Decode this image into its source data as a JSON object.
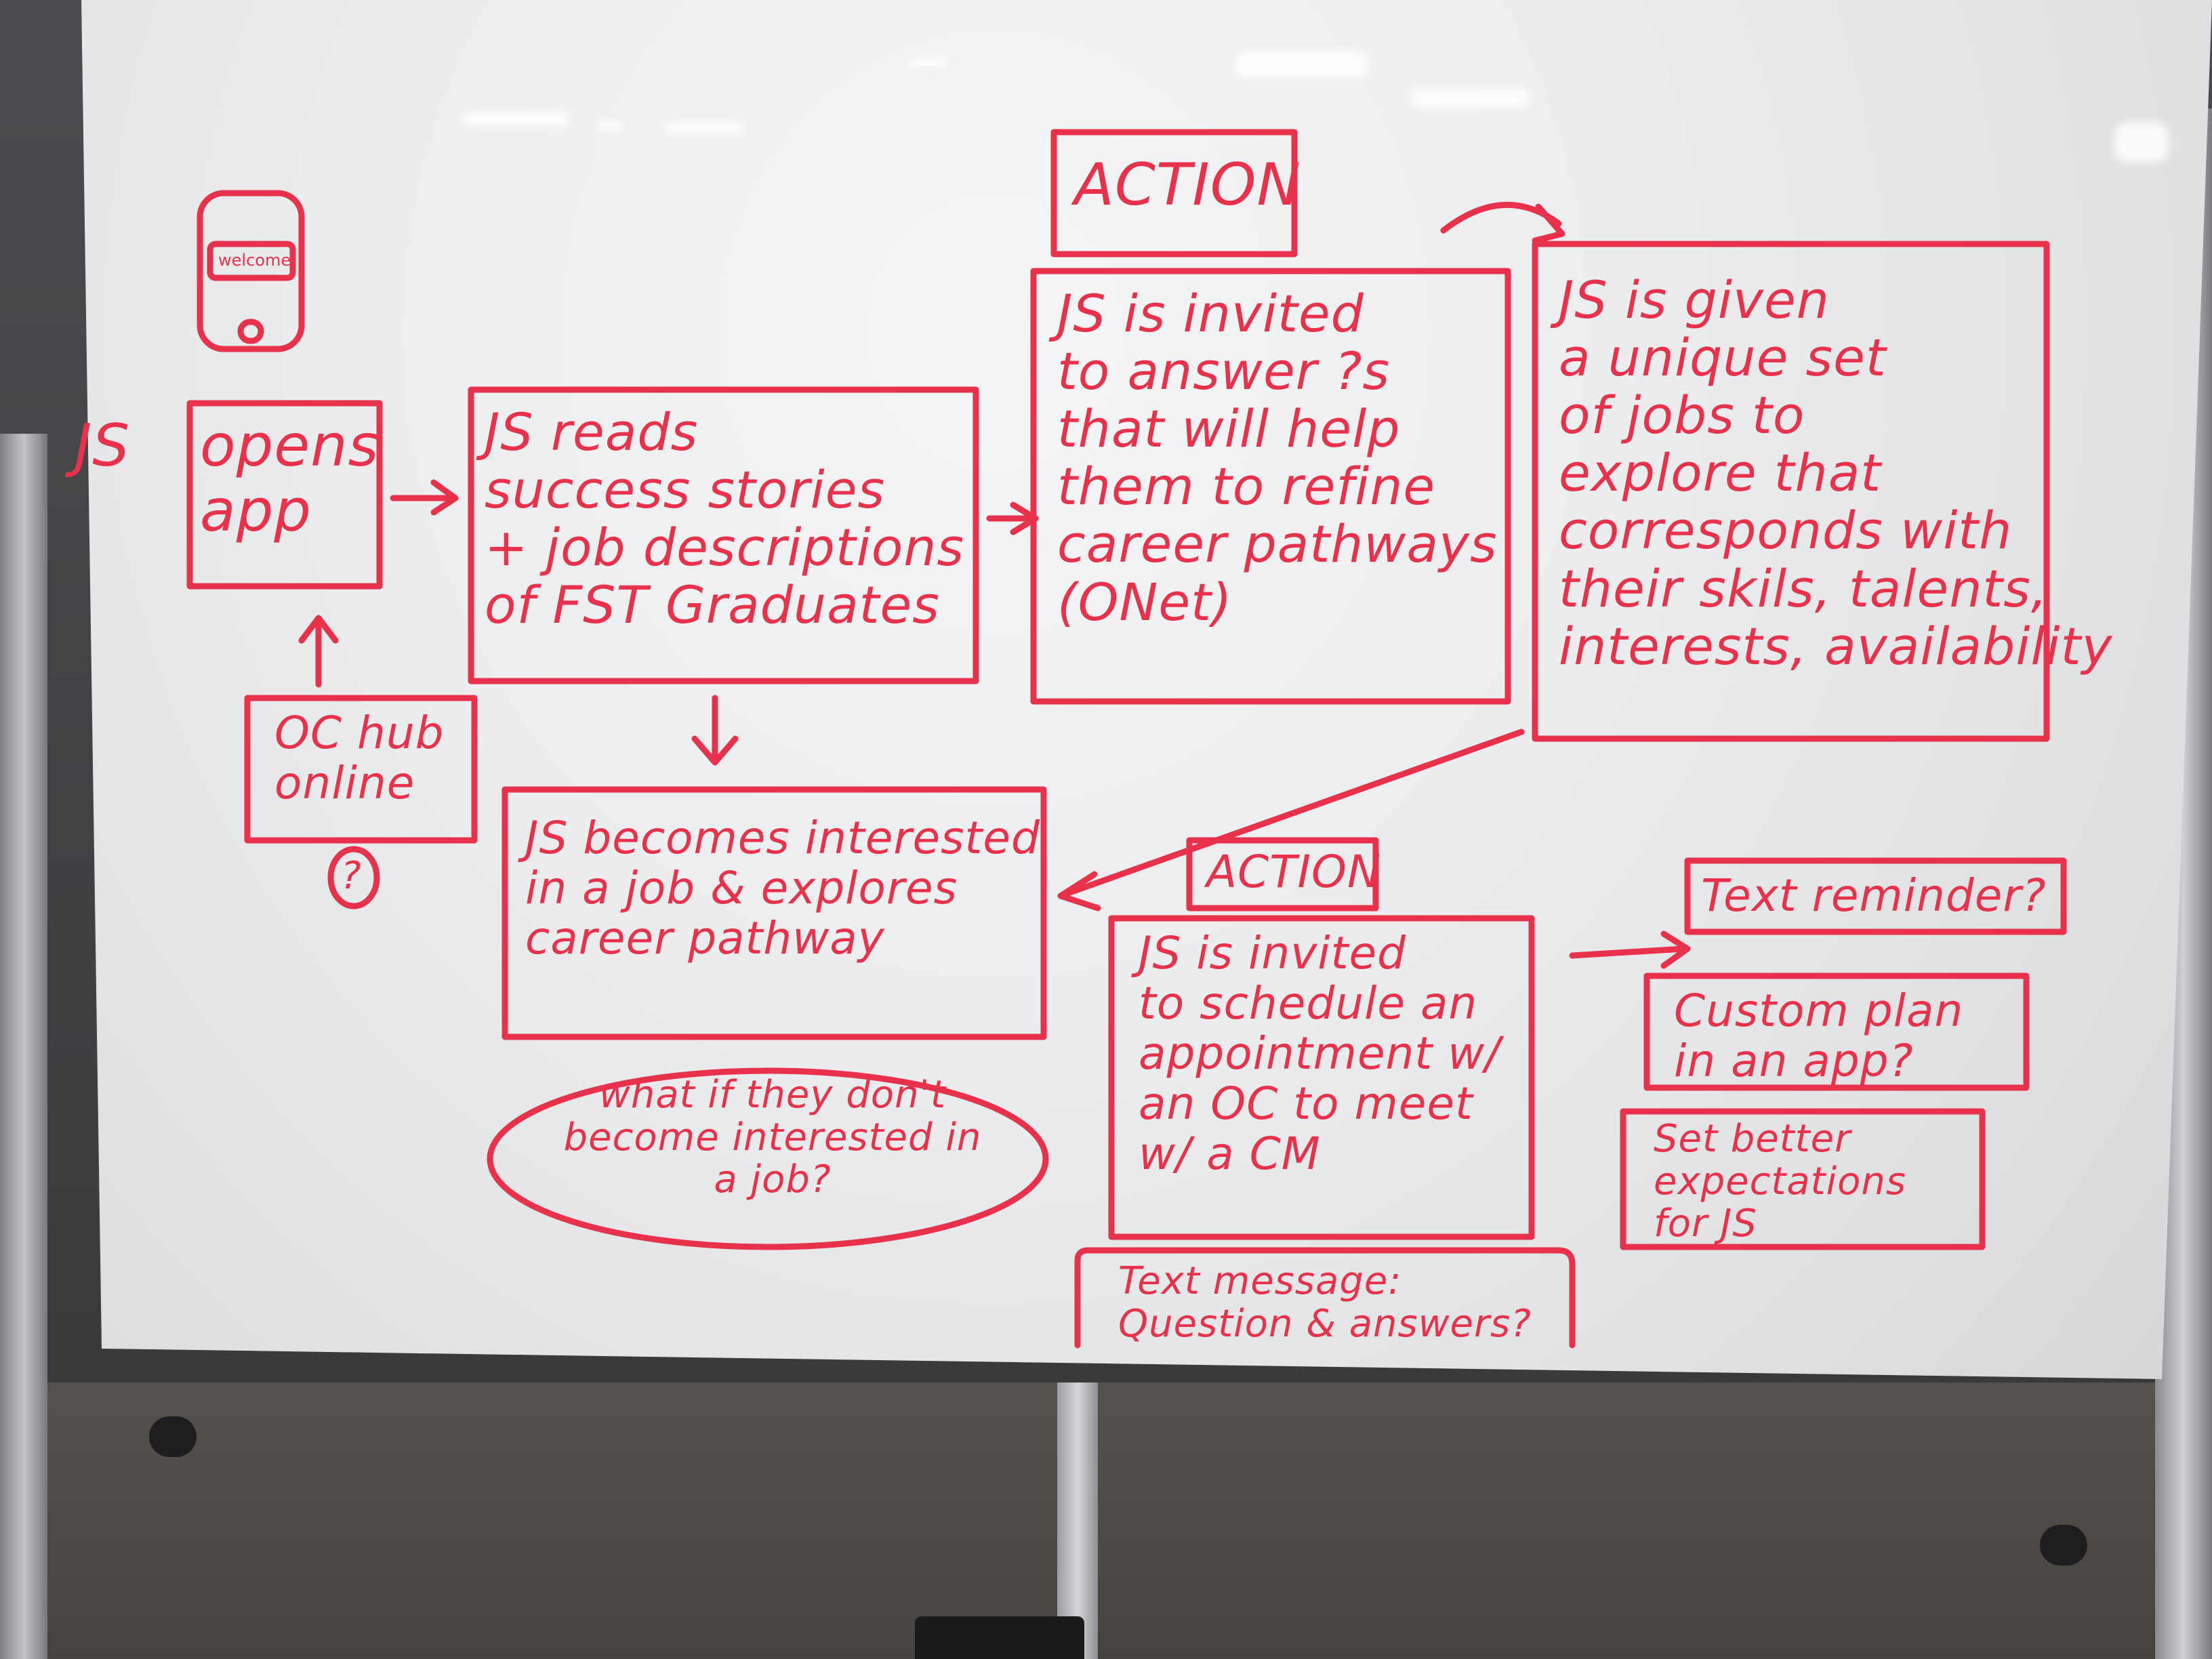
{
  "labels": {
    "js": "JS",
    "opens_app": "opens\napp",
    "phone_screen": "welcome",
    "oc_hub": "OC hub\nonline",
    "question_mark": "?",
    "reads": "JS reads\nsuccess stories\n+ job descriptions\nof FST Graduates",
    "action_top": "ACTION",
    "invited_answer": "JS is invited\nto answer ?s\nthat will help\nthem to refine\ncareer pathways\n(ONet)",
    "given": "JS is given\na unique set\nof jobs to\nexplore that\ncorresponds with\ntheir skils, talents,\ninterests, availability",
    "interested": "JS becomes interested\nin a job & explores\ncareer pathway",
    "what_if": "what if they don't\nbecome interested in\na job?",
    "action_bottom": "ACTION",
    "schedule": "JS is invited\nto schedule an\nappointment w/\nan OC to meet\nw/ a CM",
    "text_message": "Text message:\nQuestion & answers?",
    "text_reminder": "Text reminder?",
    "custom_plan": "Custom plan\nin an app?",
    "expectations": "Set better\nexpectations\nfor JS"
  },
  "colors": {
    "marker": "#e8314b",
    "board": "#ebecee"
  }
}
